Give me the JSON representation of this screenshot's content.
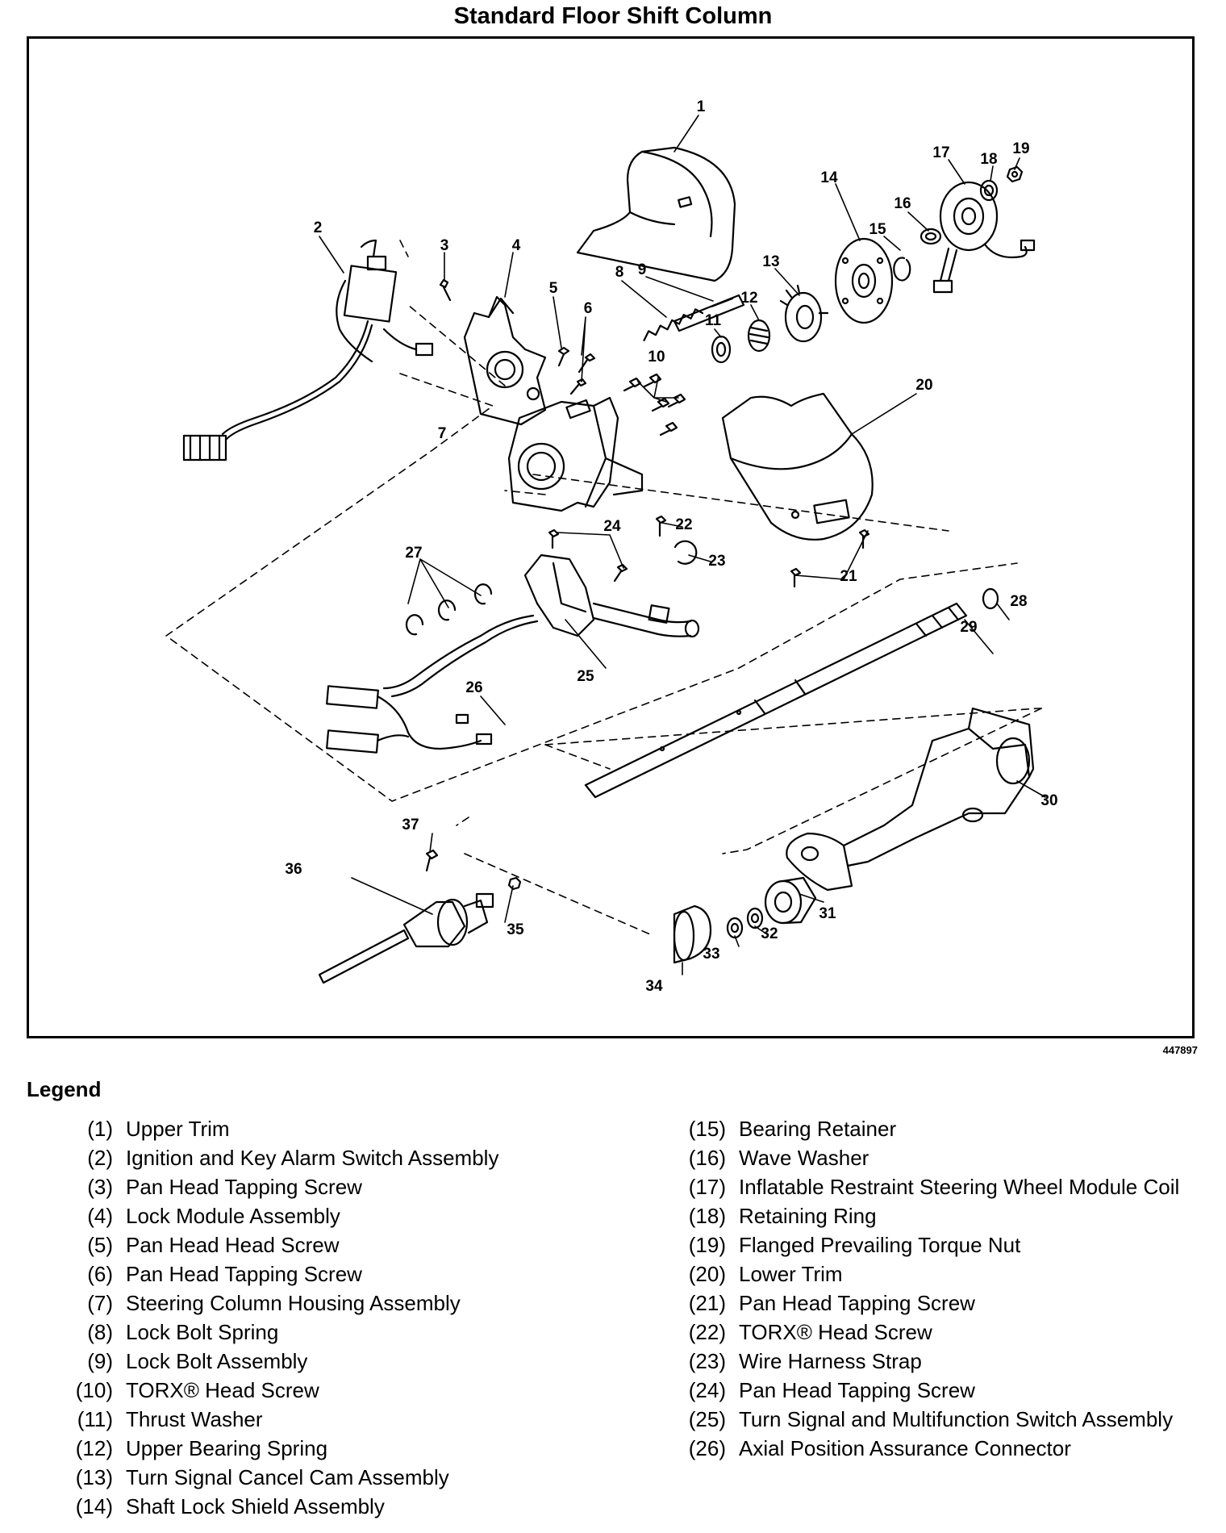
{
  "title": "Standard Floor Shift Column",
  "figure_id": "447897",
  "legend_heading": "Legend",
  "callouts": [
    "1",
    "2",
    "3",
    "4",
    "5",
    "6",
    "7",
    "8",
    "9",
    "10",
    "11",
    "12",
    "13",
    "14",
    "15",
    "16",
    "17",
    "18",
    "19",
    "20",
    "21",
    "22",
    "23",
    "24",
    "25",
    "26",
    "27",
    "28",
    "29",
    "30",
    "31",
    "32",
    "33",
    "34",
    "35",
    "36",
    "37"
  ],
  "legend_left": [
    {
      "num": "(1)",
      "text": "Upper Trim"
    },
    {
      "num": "(2)",
      "text": "Ignition and Key Alarm Switch Assembly"
    },
    {
      "num": "(3)",
      "text": "Pan Head Tapping Screw"
    },
    {
      "num": "(4)",
      "text": "Lock Module Assembly"
    },
    {
      "num": "(5)",
      "text": "Pan Head Head Screw"
    },
    {
      "num": "(6)",
      "text": "Pan Head Tapping Screw"
    },
    {
      "num": "(7)",
      "text": "Steering Column Housing Assembly"
    },
    {
      "num": "(8)",
      "text": "Lock Bolt Spring"
    },
    {
      "num": "(9)",
      "text": "Lock Bolt Assembly"
    },
    {
      "num": "(10)",
      "text": "TORX® Head Screw"
    },
    {
      "num": "(11)",
      "text": "Thrust Washer"
    },
    {
      "num": "(12)",
      "text": "Upper Bearing Spring"
    },
    {
      "num": "(13)",
      "text": "Turn Signal Cancel Cam Assembly"
    },
    {
      "num": "(14)",
      "text": "Shaft Lock Shield Assembly"
    }
  ],
  "legend_right": [
    {
      "num": "(15)",
      "text": "Bearing Retainer"
    },
    {
      "num": "(16)",
      "text": "Wave Washer"
    },
    {
      "num": "(17)",
      "text": "Inflatable Restraint Steering Wheel Module Coil"
    },
    {
      "num": "(18)",
      "text": "Retaining Ring"
    },
    {
      "num": "(19)",
      "text": "Flanged Prevailing Torque Nut"
    },
    {
      "num": "(20)",
      "text": "Lower Trim"
    },
    {
      "num": "(21)",
      "text": "Pan Head Tapping Screw"
    },
    {
      "num": "(22)",
      "text": "TORX® Head Screw"
    },
    {
      "num": "(23)",
      "text": "Wire Harness Strap"
    },
    {
      "num": "(24)",
      "text": "Pan Head Tapping Screw"
    },
    {
      "num": "(25)",
      "text": "Turn Signal and Multifunction Switch Assembly"
    },
    {
      "num": "(26)",
      "text": "Axial Position Assurance Connector"
    }
  ]
}
